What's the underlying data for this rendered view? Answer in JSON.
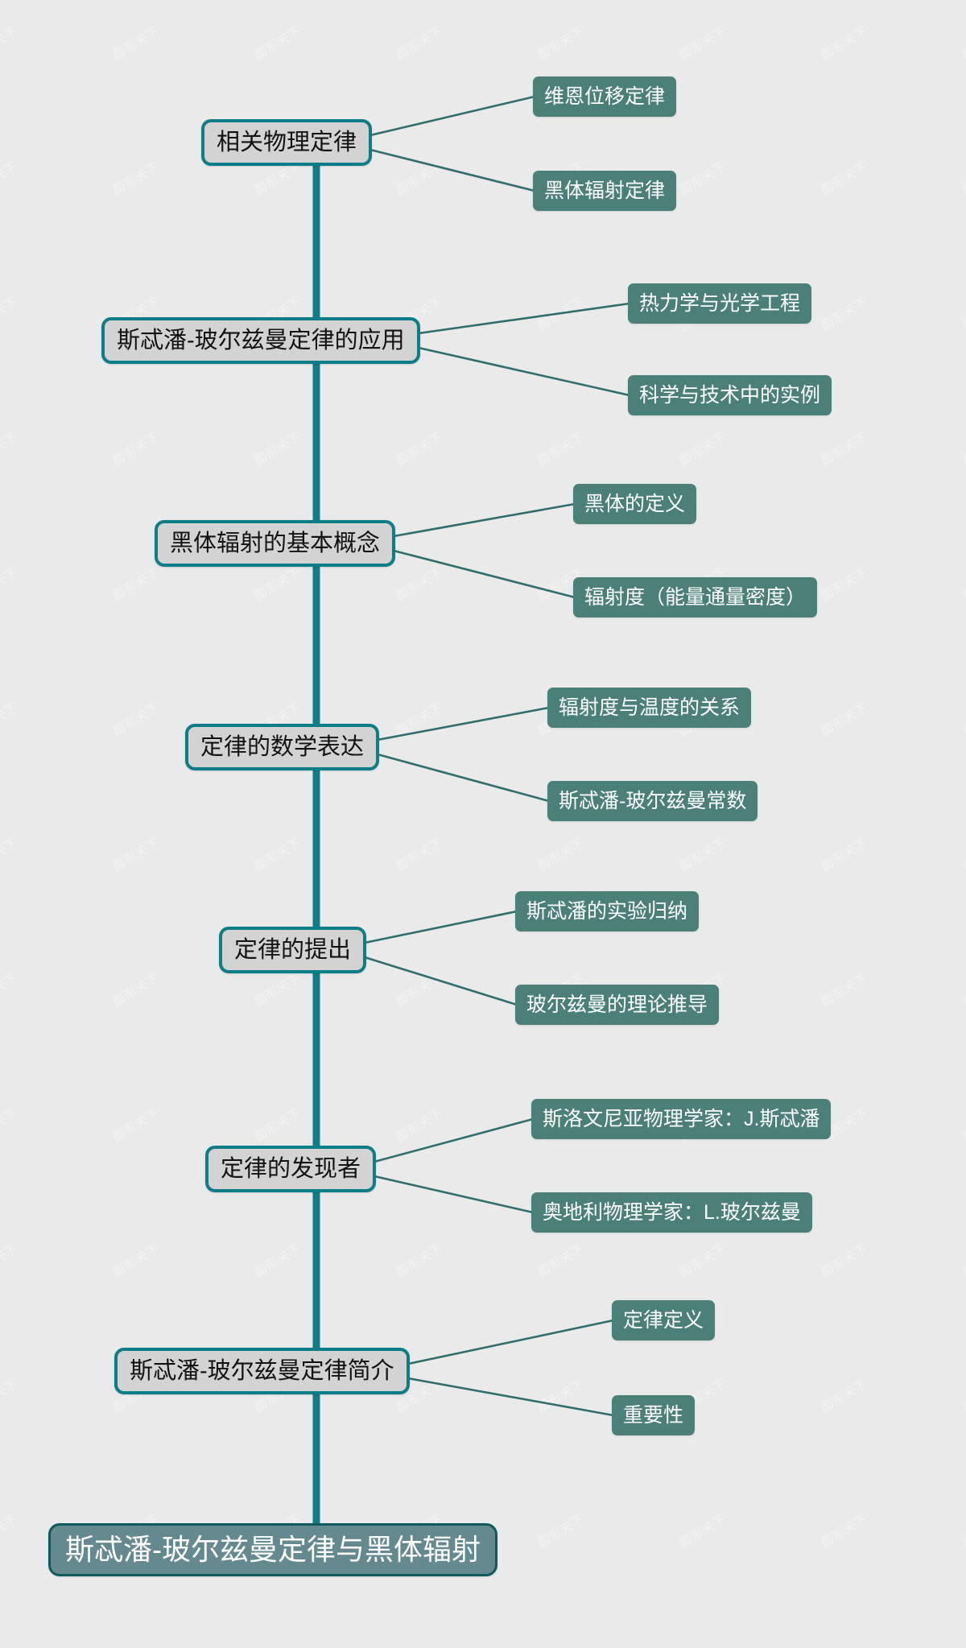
{
  "diagram": {
    "type": "mindmap",
    "background_color": "#eaeaea",
    "trunk_color": "#0d7d88",
    "connector_color": "#2f6f6e",
    "root_fill": "#64898e",
    "root_border": "#0f5a5e",
    "branch_fill": "#d3d3d3",
    "branch_border": "#0d7d88",
    "leaf_fill": "#4b8079",
    "watermark_text": "图形天下",
    "root": {
      "label": "斯忒潘-玻尔兹曼定律与黑体辐射"
    },
    "branches": [
      {
        "label": "相关物理定律",
        "children": [
          {
            "label": "维恩位移定律"
          },
          {
            "label": "黑体辐射定律"
          }
        ]
      },
      {
        "label": "斯忒潘-玻尔兹曼定律的应用",
        "children": [
          {
            "label": "热力学与光学工程"
          },
          {
            "label": "科学与技术中的实例"
          }
        ]
      },
      {
        "label": "黑体辐射的基本概念",
        "children": [
          {
            "label": "黑体的定义"
          },
          {
            "label": "辐射度（能量通量密度）"
          }
        ]
      },
      {
        "label": "定律的数学表达",
        "children": [
          {
            "label": "辐射度与温度的关系"
          },
          {
            "label": "斯忒潘-玻尔兹曼常数"
          }
        ]
      },
      {
        "label": "定律的提出",
        "children": [
          {
            "label": "斯忒潘的实验归纳"
          },
          {
            "label": "玻尔兹曼的理论推导"
          }
        ]
      },
      {
        "label": "定律的发现者",
        "children": [
          {
            "label": "斯洛文尼亚物理学家：J.斯忒潘"
          },
          {
            "label": "奥地利物理学家：L.玻尔兹曼"
          }
        ]
      },
      {
        "label": "斯忒潘-玻尔兹曼定律简介",
        "children": [
          {
            "label": "定律定义"
          },
          {
            "label": "重要性"
          }
        ]
      }
    ]
  }
}
